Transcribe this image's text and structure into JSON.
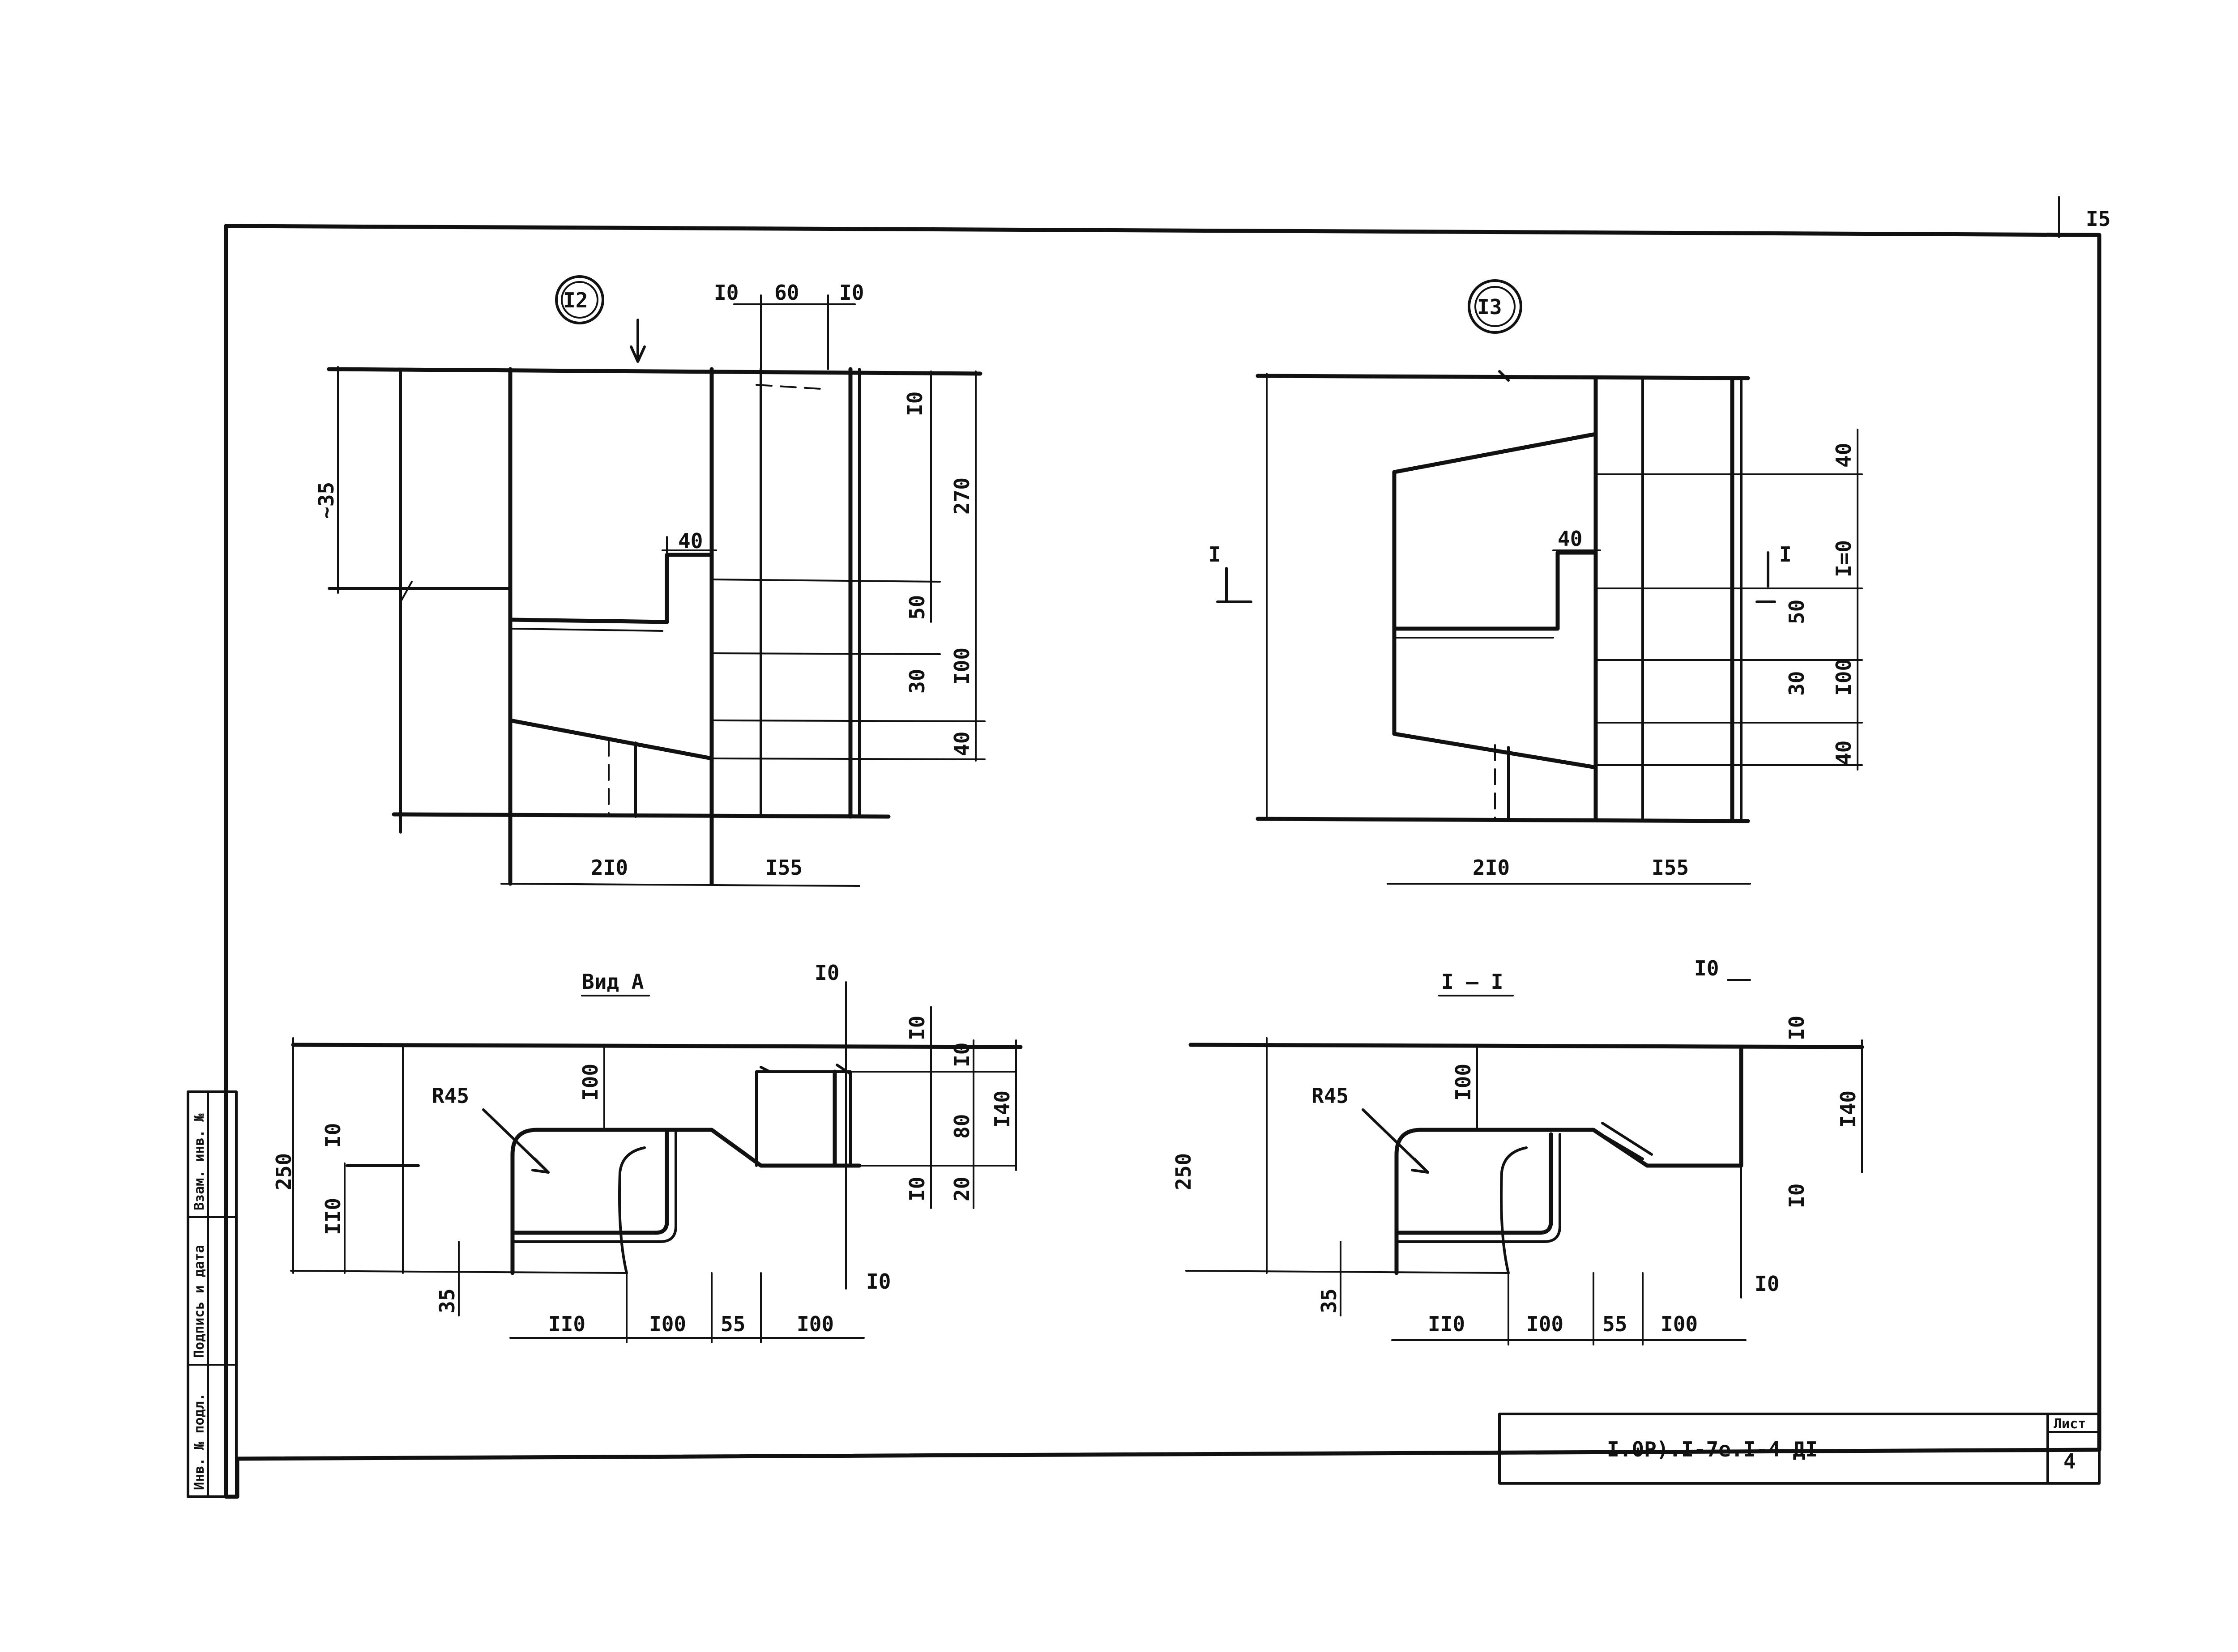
{
  "page_number": "I5",
  "details": {
    "d12": {
      "mark": "I2",
      "dims": {
        "top_a": "I0",
        "top_b": "60",
        "top_c": "I0",
        "r1": "I0",
        "r2": "270",
        "r3": "50",
        "r4": "30",
        "r5": "I00",
        "r6": "40",
        "left_v": "~35",
        "step": "40",
        "b1": "2I0",
        "b2": "I55"
      }
    },
    "d13": {
      "mark": "I3",
      "section_mark": "I",
      "dims": {
        "r1": "40",
        "r2": "I=0",
        "r3": "50",
        "r4": "30",
        "r5": "I00",
        "r6": "40",
        "step": "40",
        "b1": "2I0",
        "b2": "I55"
      }
    }
  },
  "views": {
    "vid_a": {
      "title": "Вид А",
      "radius": "R45",
      "dims": {
        "top": "I0",
        "vr1": "I0",
        "vr2": "I0",
        "vr3": "80",
        "vr4": "I40",
        "vr5": "I0",
        "vr6": "20",
        "bot_r": "I0",
        "v100": "I00",
        "h250": "250",
        "v10": "I0",
        "v110": "II0",
        "v35": "35",
        "b1": "II0",
        "b2": "I00",
        "b3": "55",
        "b4": "I00"
      }
    },
    "section_1_1": {
      "title": "I – I",
      "radius": "R45",
      "dims": {
        "top": "I0",
        "vr1": "I0",
        "vr2": "I40",
        "vr3": "I0",
        "bot_r": "I0",
        "v100": "I00",
        "h250": "250",
        "v35": "35",
        "b1": "II0",
        "b2": "I00",
        "b3": "55",
        "b4": "I00"
      }
    }
  },
  "stamp": {
    "col1": "Инв. № подл.",
    "col2": "Подпись и дата",
    "col3": "Взам. инв. №"
  },
  "title_block": {
    "code": "I.0P).I-7e.I-4 ДI",
    "sheet_label": "Лист",
    "sheet_number": "4"
  }
}
